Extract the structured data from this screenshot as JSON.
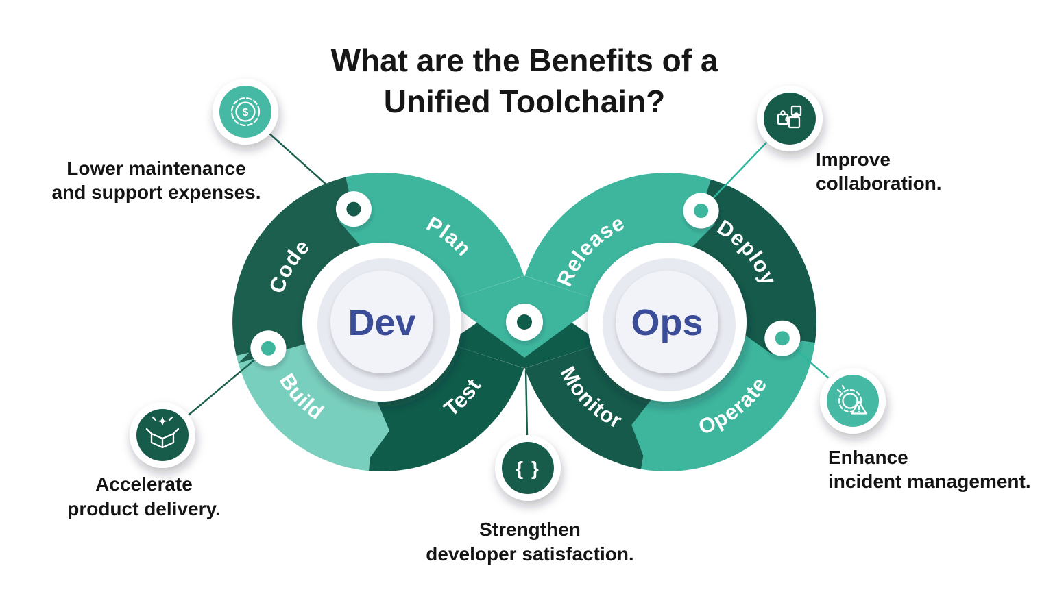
{
  "title": {
    "line1": "What are the Benefits of a",
    "line2": "Unified Toolchain?"
  },
  "loop": {
    "dev_label": "Dev",
    "ops_label": "Ops",
    "segments": {
      "plan": "Plan",
      "code": "Code",
      "build": "Build",
      "test": "Test",
      "release": "Release",
      "deploy": "Deploy",
      "operate": "Operate",
      "monitor": "Monitor"
    }
  },
  "benefits": [
    {
      "icon": "dollar-gear-icon",
      "line1": "Lower maintenance",
      "line2": "and support expenses."
    },
    {
      "icon": "open-box-icon",
      "line1": "Accelerate",
      "line2": "product delivery."
    },
    {
      "icon": "code-braces-icon",
      "line1": "Strengthen",
      "line2": "developer satisfaction."
    },
    {
      "icon": "puzzle-icon",
      "line1": "Improve",
      "line2": "collaboration."
    },
    {
      "icon": "gear-alert-icon",
      "line1": "Enhance",
      "line2": "incident management."
    }
  ],
  "icons": {
    "dollar_glyph": "$",
    "braces_glyph": "{ }"
  },
  "colors": {
    "teal": "#3eb69e",
    "mint": "#79cfbd",
    "dark_green": "#1c5f4e",
    "deep_green": "#0f5c4b",
    "icon_teal": "#45b9a3",
    "icon_dark": "#175c4b",
    "devops_text": "#3b4c98",
    "heading_text": "#161616",
    "body_text": "#141414"
  }
}
